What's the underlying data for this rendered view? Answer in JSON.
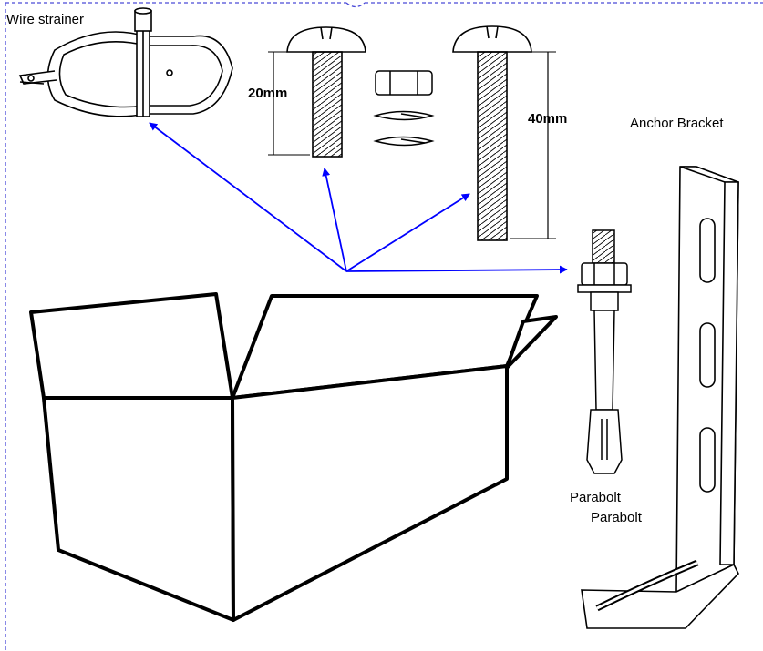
{
  "labels": {
    "wire_strainer": "Wire strainer",
    "anchor_bracket": "Anchor Bracket",
    "parabolt_1": "Parabolt",
    "parabolt_2": "Parabolt",
    "bolt_short": "20mm",
    "bolt_long": "40mm"
  },
  "colors": {
    "arrow": "#0000ff",
    "border": "#4b4bd8",
    "line": "#000000"
  }
}
